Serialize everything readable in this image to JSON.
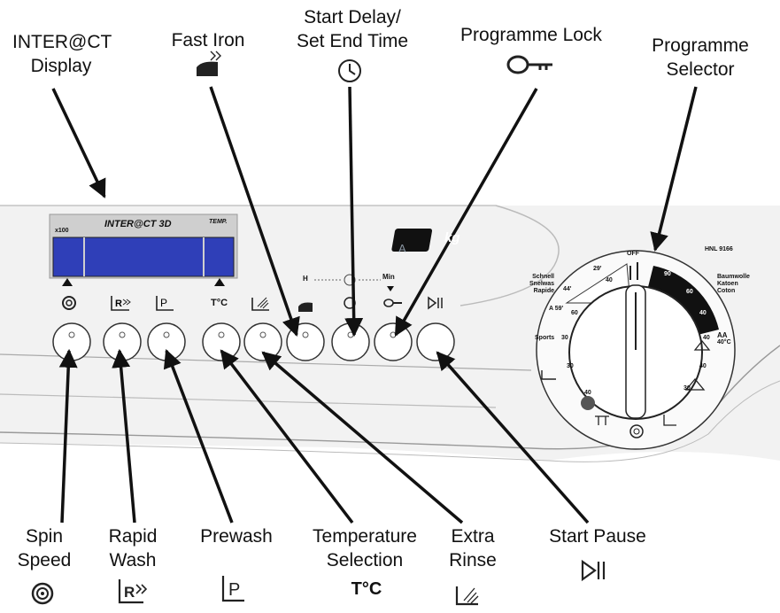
{
  "callouts_top": {
    "display": [
      "INTER@CT",
      "Display"
    ],
    "fast_iron": "Fast Iron",
    "start_delay": [
      "Start Delay/",
      "Set End Time"
    ],
    "programme_lock": "Programme Lock",
    "programme_selector": [
      "Programme",
      "Selector"
    ]
  },
  "callouts_bottom": {
    "spin_speed": [
      "Spin",
      "Speed"
    ],
    "rapid_wash": [
      "Rapid",
      "Wash"
    ],
    "prewash": "Prewash",
    "temperature": [
      "Temperature",
      "Selection"
    ],
    "temperature_symbol": "T°C",
    "extra_rinse": [
      "Extra",
      "Rinse"
    ],
    "start_pause": "Start Pause"
  },
  "panel": {
    "display_title": "INTER@CT 3D",
    "display_left_tag": "x100",
    "display_right_tag": "TEMP.",
    "brand_badge": "kg",
    "model": "HNL 9166",
    "temp_label": "T°C",
    "delay_h": "H",
    "delay_min": "Min",
    "dial": {
      "off": "OFF",
      "left_text": [
        "Schnell",
        "Snelwas",
        "Rapide"
      ],
      "right_text": [
        "Baumwolle",
        "Katoen",
        "Coton"
      ],
      "sports": "Sports",
      "aa": "AA",
      "aa_temp": "40°C",
      "black_temps": [
        "90",
        "60",
        "40"
      ],
      "left_temps": [
        "29'",
        "40",
        "44'",
        "A 59'",
        "60"
      ],
      "side_temps": [
        "30",
        "40",
        "30",
        "40",
        "40",
        "30"
      ]
    }
  },
  "icons": {
    "spin": "spiral-icon",
    "rapid": "rapid-wash-icon",
    "prewash": "prewash-icon",
    "rinse": "extra-rinse-icon",
    "iron": "fast-iron-icon",
    "clock": "clock-icon",
    "key": "key-icon",
    "startpause": "start-pause-icon"
  }
}
